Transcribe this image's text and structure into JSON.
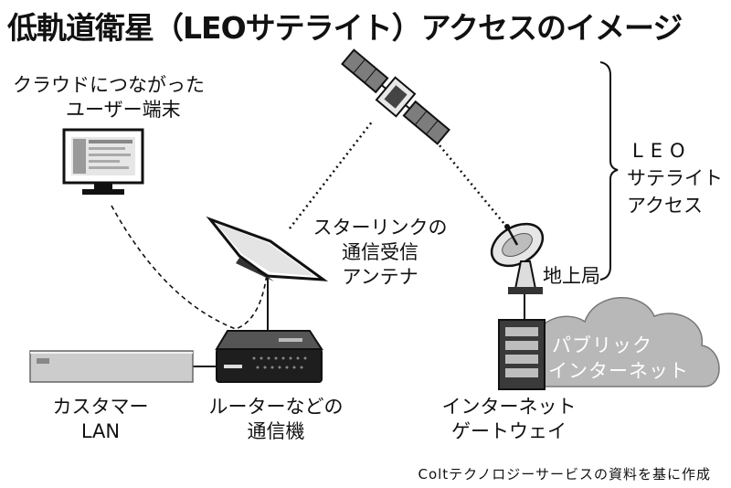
{
  "title": "低軌道衛星（LEOサテライト）アクセスのイメージ",
  "labels": {
    "user_terminal": [
      "クラウドにつながった",
      "ユーザー端末"
    ],
    "starlink": [
      "スターリンクの",
      "通信受信",
      "アンテナ"
    ],
    "leo_access": [
      "LEO",
      "サテライト",
      "アクセス"
    ],
    "ground_station": "地上局",
    "public_internet": [
      "パブリック",
      "インターネット"
    ],
    "customer_lan": [
      "カスタマー",
      "LAN"
    ],
    "router": [
      "ルーターなどの",
      "通信機"
    ],
    "internet_gateway": [
      "インターネット",
      "ゲートウェイ"
    ]
  },
  "source": "Coltテクノロジーサービスの資料を基に作成",
  "colors": {
    "ink": "#111111",
    "gray_device": "#cccccc",
    "cloud": "#b8b8b8"
  }
}
